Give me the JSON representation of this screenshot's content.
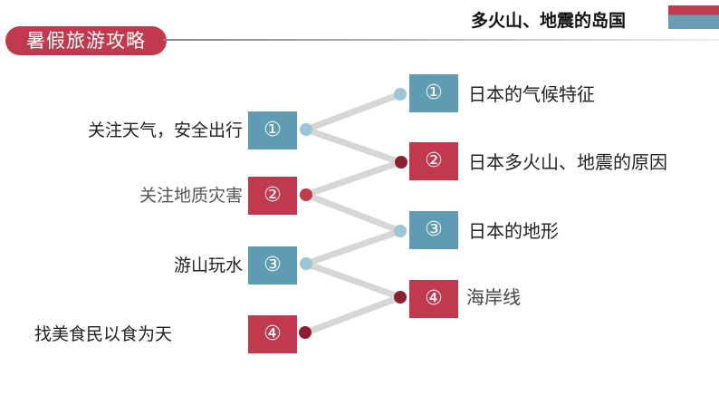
{
  "header": {
    "section_label": "暑假旅游攻略",
    "topic_title": "多火山、地震的岛国"
  },
  "left_items": [
    {
      "num": "①",
      "text": "关注天气，安全出行",
      "color": "blue"
    },
    {
      "num": "②",
      "text": "关注地质灾害",
      "color": "red"
    },
    {
      "num": "③",
      "text": "游山玩水",
      "color": "blue"
    },
    {
      "num": "④",
      "text": "找美食民以食为天",
      "color": "red"
    }
  ],
  "right_items": [
    {
      "num": "①",
      "text": "日本的气候特征",
      "color": "blue"
    },
    {
      "num": "②",
      "text": "日本多火山、地震的原因",
      "color": "red"
    },
    {
      "num": "③",
      "text": "日本的地形",
      "color": "blue"
    },
    {
      "num": "④",
      "text": "海岸线",
      "color": "red"
    }
  ],
  "colors": {
    "blue": "#5f9cb3",
    "red": "#c0394d",
    "dot_blue": "#9cc5d6",
    "dot_red": "#8e1f33"
  }
}
